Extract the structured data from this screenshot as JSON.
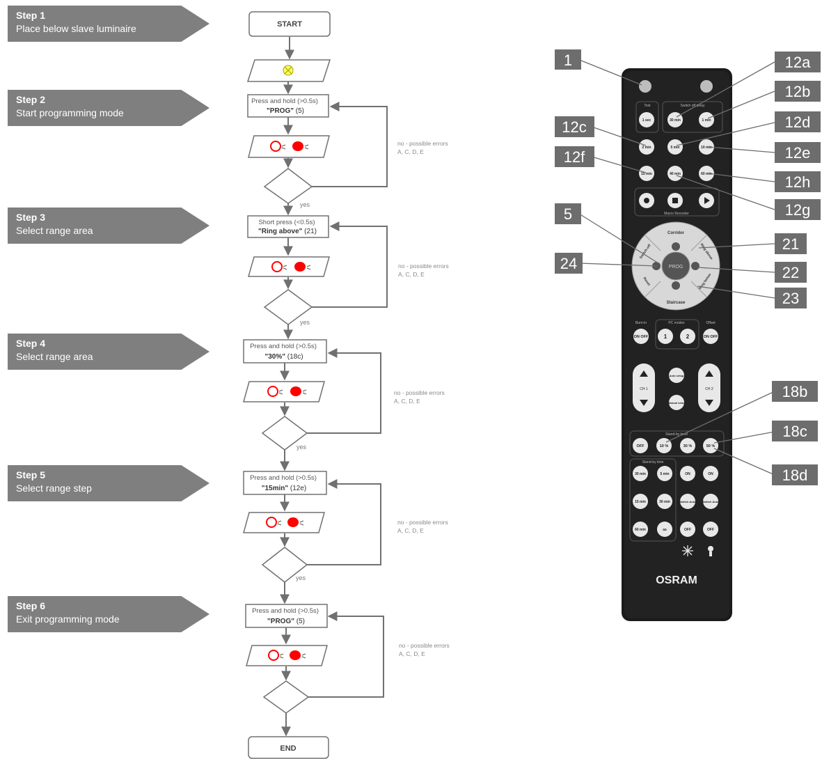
{
  "steps": [
    {
      "title": "Step 1",
      "subtitle": "Place below slave luminaire"
    },
    {
      "title": "Step 2",
      "subtitle": "Start programming mode"
    },
    {
      "title": "Step 3",
      "subtitle": "Select range area"
    },
    {
      "title": "Step 4",
      "subtitle": "Select range area"
    },
    {
      "title": "Step 5",
      "subtitle": "Select range step"
    },
    {
      "title": "Step 6",
      "subtitle": "Exit programming mode"
    }
  ],
  "flow": {
    "start": "START",
    "end": "END",
    "yes": "yes",
    "errors_line1": "no - possible errors",
    "errors_line2": "A, C, D, E",
    "actions": [
      {
        "line1": "Press and hold (>0.5s)",
        "line2_bold": "\"PROG\"",
        "line2_rest": " (5)"
      },
      {
        "line1": "Short press (<0.5s)",
        "line2_bold": "\"Ring above\"",
        "line2_rest": " (21)"
      },
      {
        "line1": "Press and hold (>0.5s)",
        "line2_bold": "\"30%\"",
        "line2_rest": " (18c)"
      },
      {
        "line1": "Press and hold (>0.5s)",
        "line2_bold": "\"15min\"",
        "line2_rest": " (12e)"
      },
      {
        "line1": "Press and hold (>0.5s)",
        "line2_bold": "\"PROG\"",
        "line2_rest": " (5)"
      }
    ]
  },
  "callouts": {
    "c1": "1",
    "c12a": "12a",
    "c12b": "12b",
    "c12c": "12c",
    "c12d": "12d",
    "c12e": "12e",
    "c12f": "12f",
    "c12h": "12h",
    "c12g": "12g",
    "c5": "5",
    "c21": "21",
    "c24": "24",
    "c22": "22",
    "c23": "23",
    "c18b": "18b",
    "c18c": "18c",
    "c18d": "18d"
  },
  "remote": {
    "brand": "OSRAM",
    "prog": "PROG",
    "ring_top": "Corridor",
    "ring_bottom": "Staircase",
    "ring_right_top": "Ring above",
    "ring_right_bottom": "Ring below",
    "ring_left_top": "Switch-off",
    "ring_left_bottom": "Reset",
    "test_label": "Test",
    "switch_off_delay": "Switch off delay",
    "macro_recorder": "Macro Recorder",
    "burn_in": "Burn-in",
    "pc_modes": "PC modes",
    "offset": "Offset",
    "dim_level": "Stand-by level",
    "dim_time": "Stand-by time",
    "btn_5min": "5 min",
    "btn_30min": "30 min",
    "btn_1min": "1 min",
    "btn_1s": "1 sec",
    "btn_2min": "2 min",
    "btn_10min": "10 min",
    "btn_15min": "15 min",
    "btn_40min": "40 min",
    "btn_60min": "60 min",
    "btn_off": "OFF",
    "btn_10pct": "10 %",
    "btn_30pct": "30 %",
    "btn_50pct": "50 %",
    "btn_on": "ON",
    "btn_auto": "Auto",
    "btn_inf": "∞",
    "btn_1": "1",
    "btn_2": "2",
    "btn_auto_setup": "Auto setup",
    "btn_manual_setup": "Manual setup",
    "btn_ch1": "CH 1",
    "btn_ch2": "CH 2",
    "btn_switch_auto": "Switch Auto",
    "btn_onoff": "ON OFF",
    "btn_test_on": "On Off",
    "btn_bright": "Bright light"
  },
  "colors": {
    "step_fill": "#7f7f7f",
    "callout_fill": "#6d6d6d",
    "led_red": "#ff0000",
    "lamp_yellow": "#ffff66",
    "remote_body": "#1b1b1b"
  }
}
